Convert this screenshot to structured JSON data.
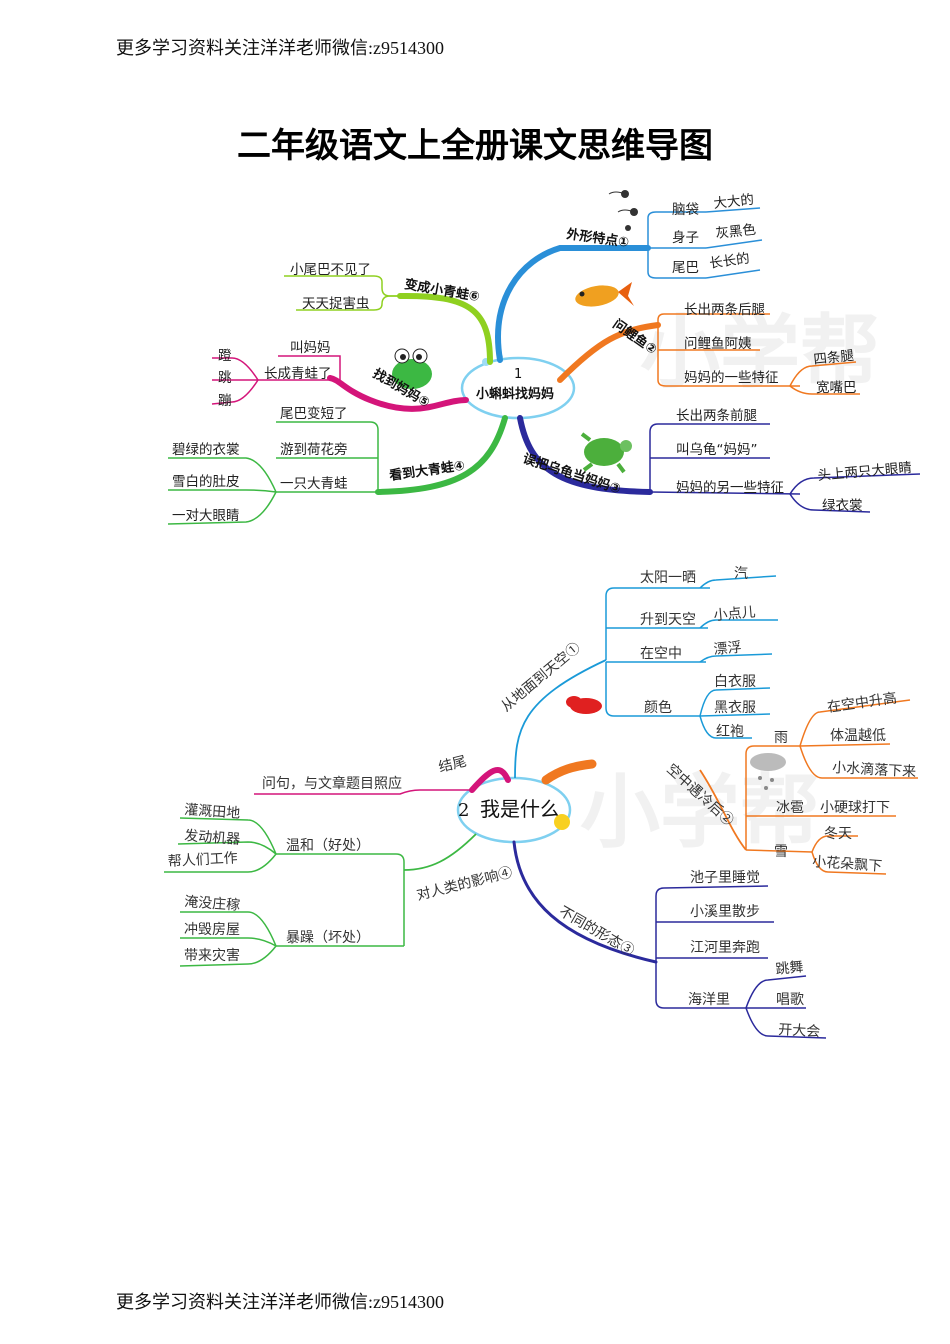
{
  "header_text": "更多学习资料关注洋洋老师微信:z9514300",
  "footer_text": "更多学习资料关注洋洋老师微信:z9514300",
  "title": "二年级语文上全册课文思维导图",
  "map1": {
    "center_num": "1",
    "center": "小蝌蚪找妈妈",
    "b1": {
      "label": "外形特点①",
      "items": [
        "脑袋",
        "身子",
        "尾巴"
      ],
      "leaves": [
        "大大的",
        "灰黑色",
        "长长的"
      ]
    },
    "b2": {
      "label": "问鲤鱼②",
      "items": [
        "长出两条后腿",
        "问鲤鱼阿姨",
        "妈妈的一些特征"
      ],
      "leaves": [
        "四条腿",
        "宽嘴巴"
      ]
    },
    "b3": {
      "label": "误把乌龟当妈妈③",
      "items": [
        "长出两条前腿",
        "叫乌龟“妈妈”",
        "妈妈的另一些特征"
      ],
      "leaves": [
        "头上两只大眼睛",
        "绿衣裳"
      ]
    },
    "b4": {
      "label": "看到大青蛙④",
      "items": [
        "尾巴变短了",
        "游到荷花旁",
        "一只大青蛙"
      ],
      "leaves": [
        "碧绿的衣裳",
        "雪白的肚皮",
        "一对大眼睛"
      ]
    },
    "b5": {
      "label": "找到妈妈⑤",
      "items": [
        "叫妈妈",
        "长成青蛙了"
      ],
      "leaves": [
        "蹬",
        "跳",
        "蹦"
      ]
    },
    "b6": {
      "label": "变成小青蛙⑥",
      "items": [
        "小尾巴不见了",
        "天天捉害虫"
      ]
    }
  },
  "map2": {
    "center_num": "2",
    "center": "我是什么",
    "b1": {
      "label": "从地面到天空①",
      "items": [
        "太阳一晒",
        "升到天空",
        "在空中",
        "颜色"
      ],
      "leaves": [
        "汽",
        "小点儿",
        "漂浮",
        "白衣服",
        "黑衣服",
        "红袍"
      ]
    },
    "b2": {
      "label": "空中遇冷后②",
      "items": [
        "雨",
        "冰雹",
        "雪"
      ],
      "leaves": [
        "在空中升高",
        "体温越低",
        "小水滴落下来",
        "小硬球打下",
        "冬天",
        "小花朵飘下"
      ]
    },
    "b3": {
      "label": "不同的形态③",
      "items": [
        "池子里睡觉",
        "小溪里散步",
        "江河里奔跑",
        "海洋里"
      ],
      "leaves": [
        "跳舞",
        "唱歌",
        "开大会"
      ]
    },
    "b4": {
      "label": "对人类的影响④",
      "items": [
        "温和（好处）",
        "暴躁（坏处）"
      ],
      "leaves": [
        "灌溉田地",
        "发动机器",
        "帮人们工作",
        "淹没庄稼",
        "冲毁房屋",
        "带来灾害"
      ]
    },
    "b5": {
      "label": "结尾",
      "items": [
        "问句，与文章题目照应"
      ]
    }
  },
  "colors": {
    "blue": "#2a8fd8",
    "orange": "#f07820",
    "navy": "#2b2a9c",
    "green": "#3cb843",
    "magenta": "#d4157a",
    "lime": "#8fd020",
    "teal": "#1a9ad8"
  }
}
